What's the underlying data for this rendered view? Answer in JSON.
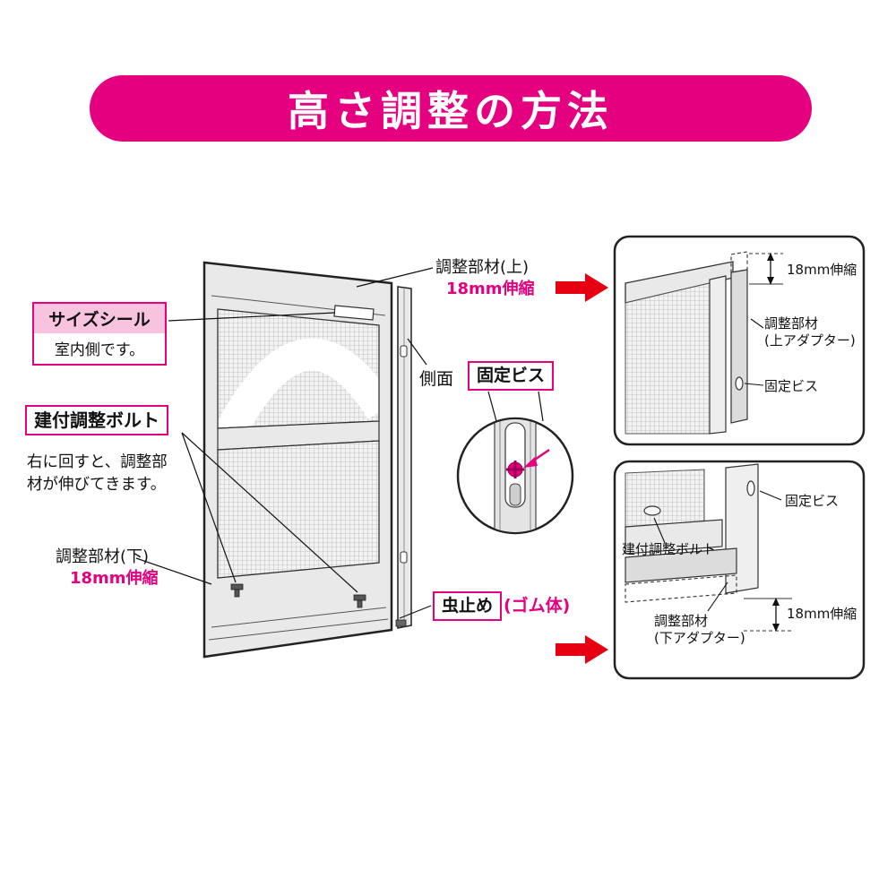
{
  "title": "高さ調整の方法",
  "colors": {
    "magenta": "#e4007f",
    "arrow_red": "#e60012",
    "pink_fill": "#f7c3de"
  },
  "main": {
    "size_seal": "サイズシール",
    "indoor_side": "室内側です。",
    "fitting_bolt": "建付調整ボルト",
    "bolt_note": "右に回すと、調整部\n材が伸びてきます。",
    "adjust_lower": "調整部材(下)",
    "adjust_lower_range": "18mm伸縮",
    "adjust_upper": "調整部材(上)",
    "adjust_upper_range": "18mm伸縮",
    "side_face": "側面",
    "fixing_screw": "固定ビス",
    "bug_stop": "虫止め",
    "bug_stop_sub": "(ゴム体)"
  },
  "panel_top": {
    "range": "18mm伸縮",
    "adjuster": "調整部材\n(上アダプター)",
    "screw": "固定ビス"
  },
  "panel_bottom": {
    "screw": "固定ビス",
    "bolt": "建付調整ボルト",
    "adjuster": "調整部材\n(下アダプター)",
    "range": "18mm伸縮"
  }
}
